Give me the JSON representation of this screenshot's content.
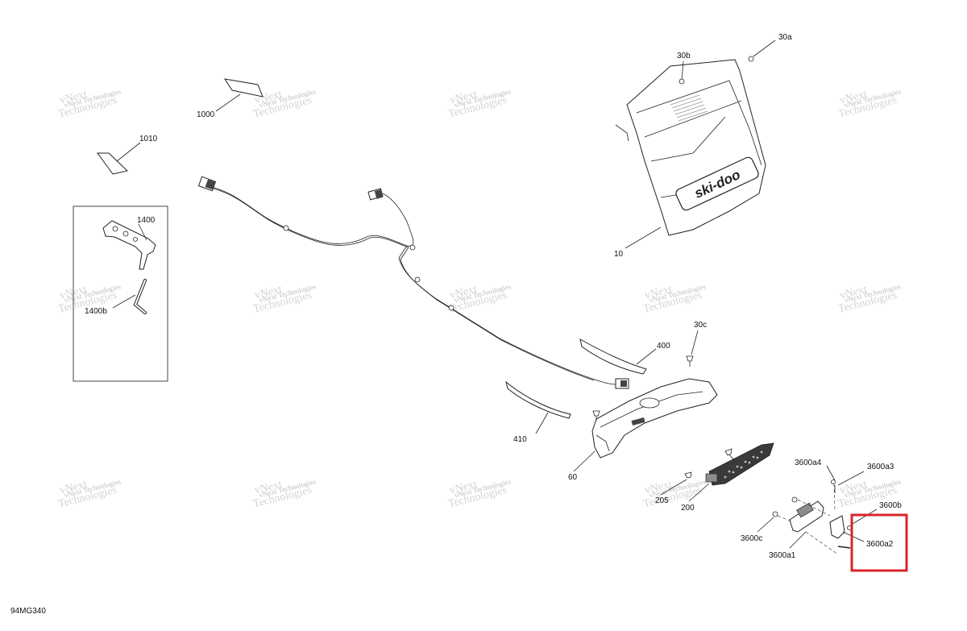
{
  "diagram_id": "94MG340",
  "watermark_line1": "vNext",
  "watermark_line2": "Technologies",
  "watermark_line3": "vNext Technologies",
  "callouts": {
    "c_1000": "1000",
    "c_1010": "1010",
    "c_1400": "1400",
    "c_1400b": "1400b",
    "c_30b": "30b",
    "c_30a": "30a",
    "c_10": "10",
    "c_30c": "30c",
    "c_400": "400",
    "c_410": "410",
    "c_60": "60",
    "c_205": "205",
    "c_200": "200",
    "c_3600a4": "3600a4",
    "c_3600a3": "3600a3",
    "c_3600b": "3600b",
    "c_3600c": "3600c",
    "c_3600a1": "3600a1",
    "c_3600a2": "3600a2"
  },
  "brand_logo_text": "ski-doo",
  "highlight_color": "#d9262b"
}
